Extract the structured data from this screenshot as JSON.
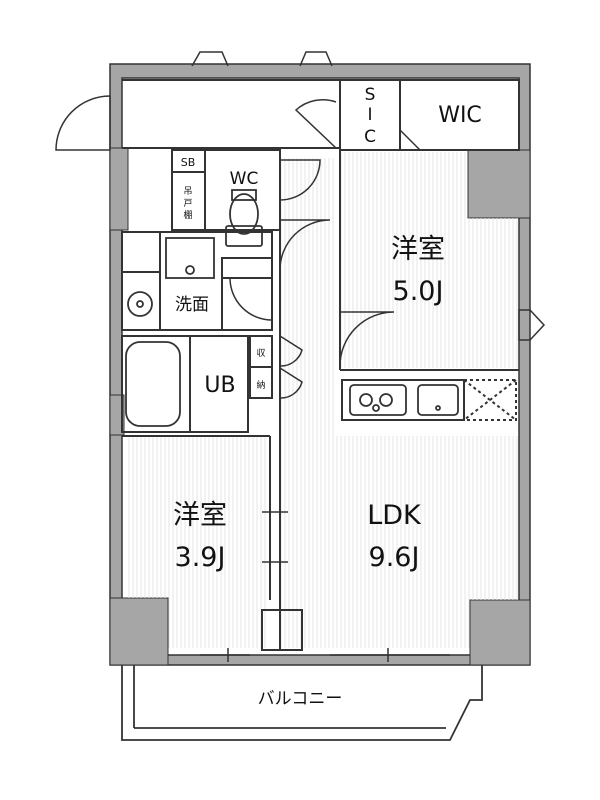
{
  "rooms": {
    "sic": {
      "line1": "S",
      "line2": "I",
      "line3": "C"
    },
    "wic": "WIC",
    "sb": "SB",
    "wc": "WC",
    "tsuridana": {
      "c1": "吊",
      "c2": "戸",
      "c3": "棚"
    },
    "bedroom_north": {
      "name": "洋室",
      "size": "5.0J"
    },
    "senmen": "洗面",
    "shuno": {
      "c1": "収",
      "c2": "納"
    },
    "ub": "UB",
    "bedroom_south": {
      "name": "洋室",
      "size": "3.9J"
    },
    "ldk": {
      "name": "LDK",
      "size": "9.6J"
    },
    "balcony": "バルコニー"
  },
  "colors": {
    "wall_fill": "#a6a6a6",
    "wall_line": "#333333",
    "floor_hatch": "#e4e4e4",
    "background": "#ffffff"
  }
}
